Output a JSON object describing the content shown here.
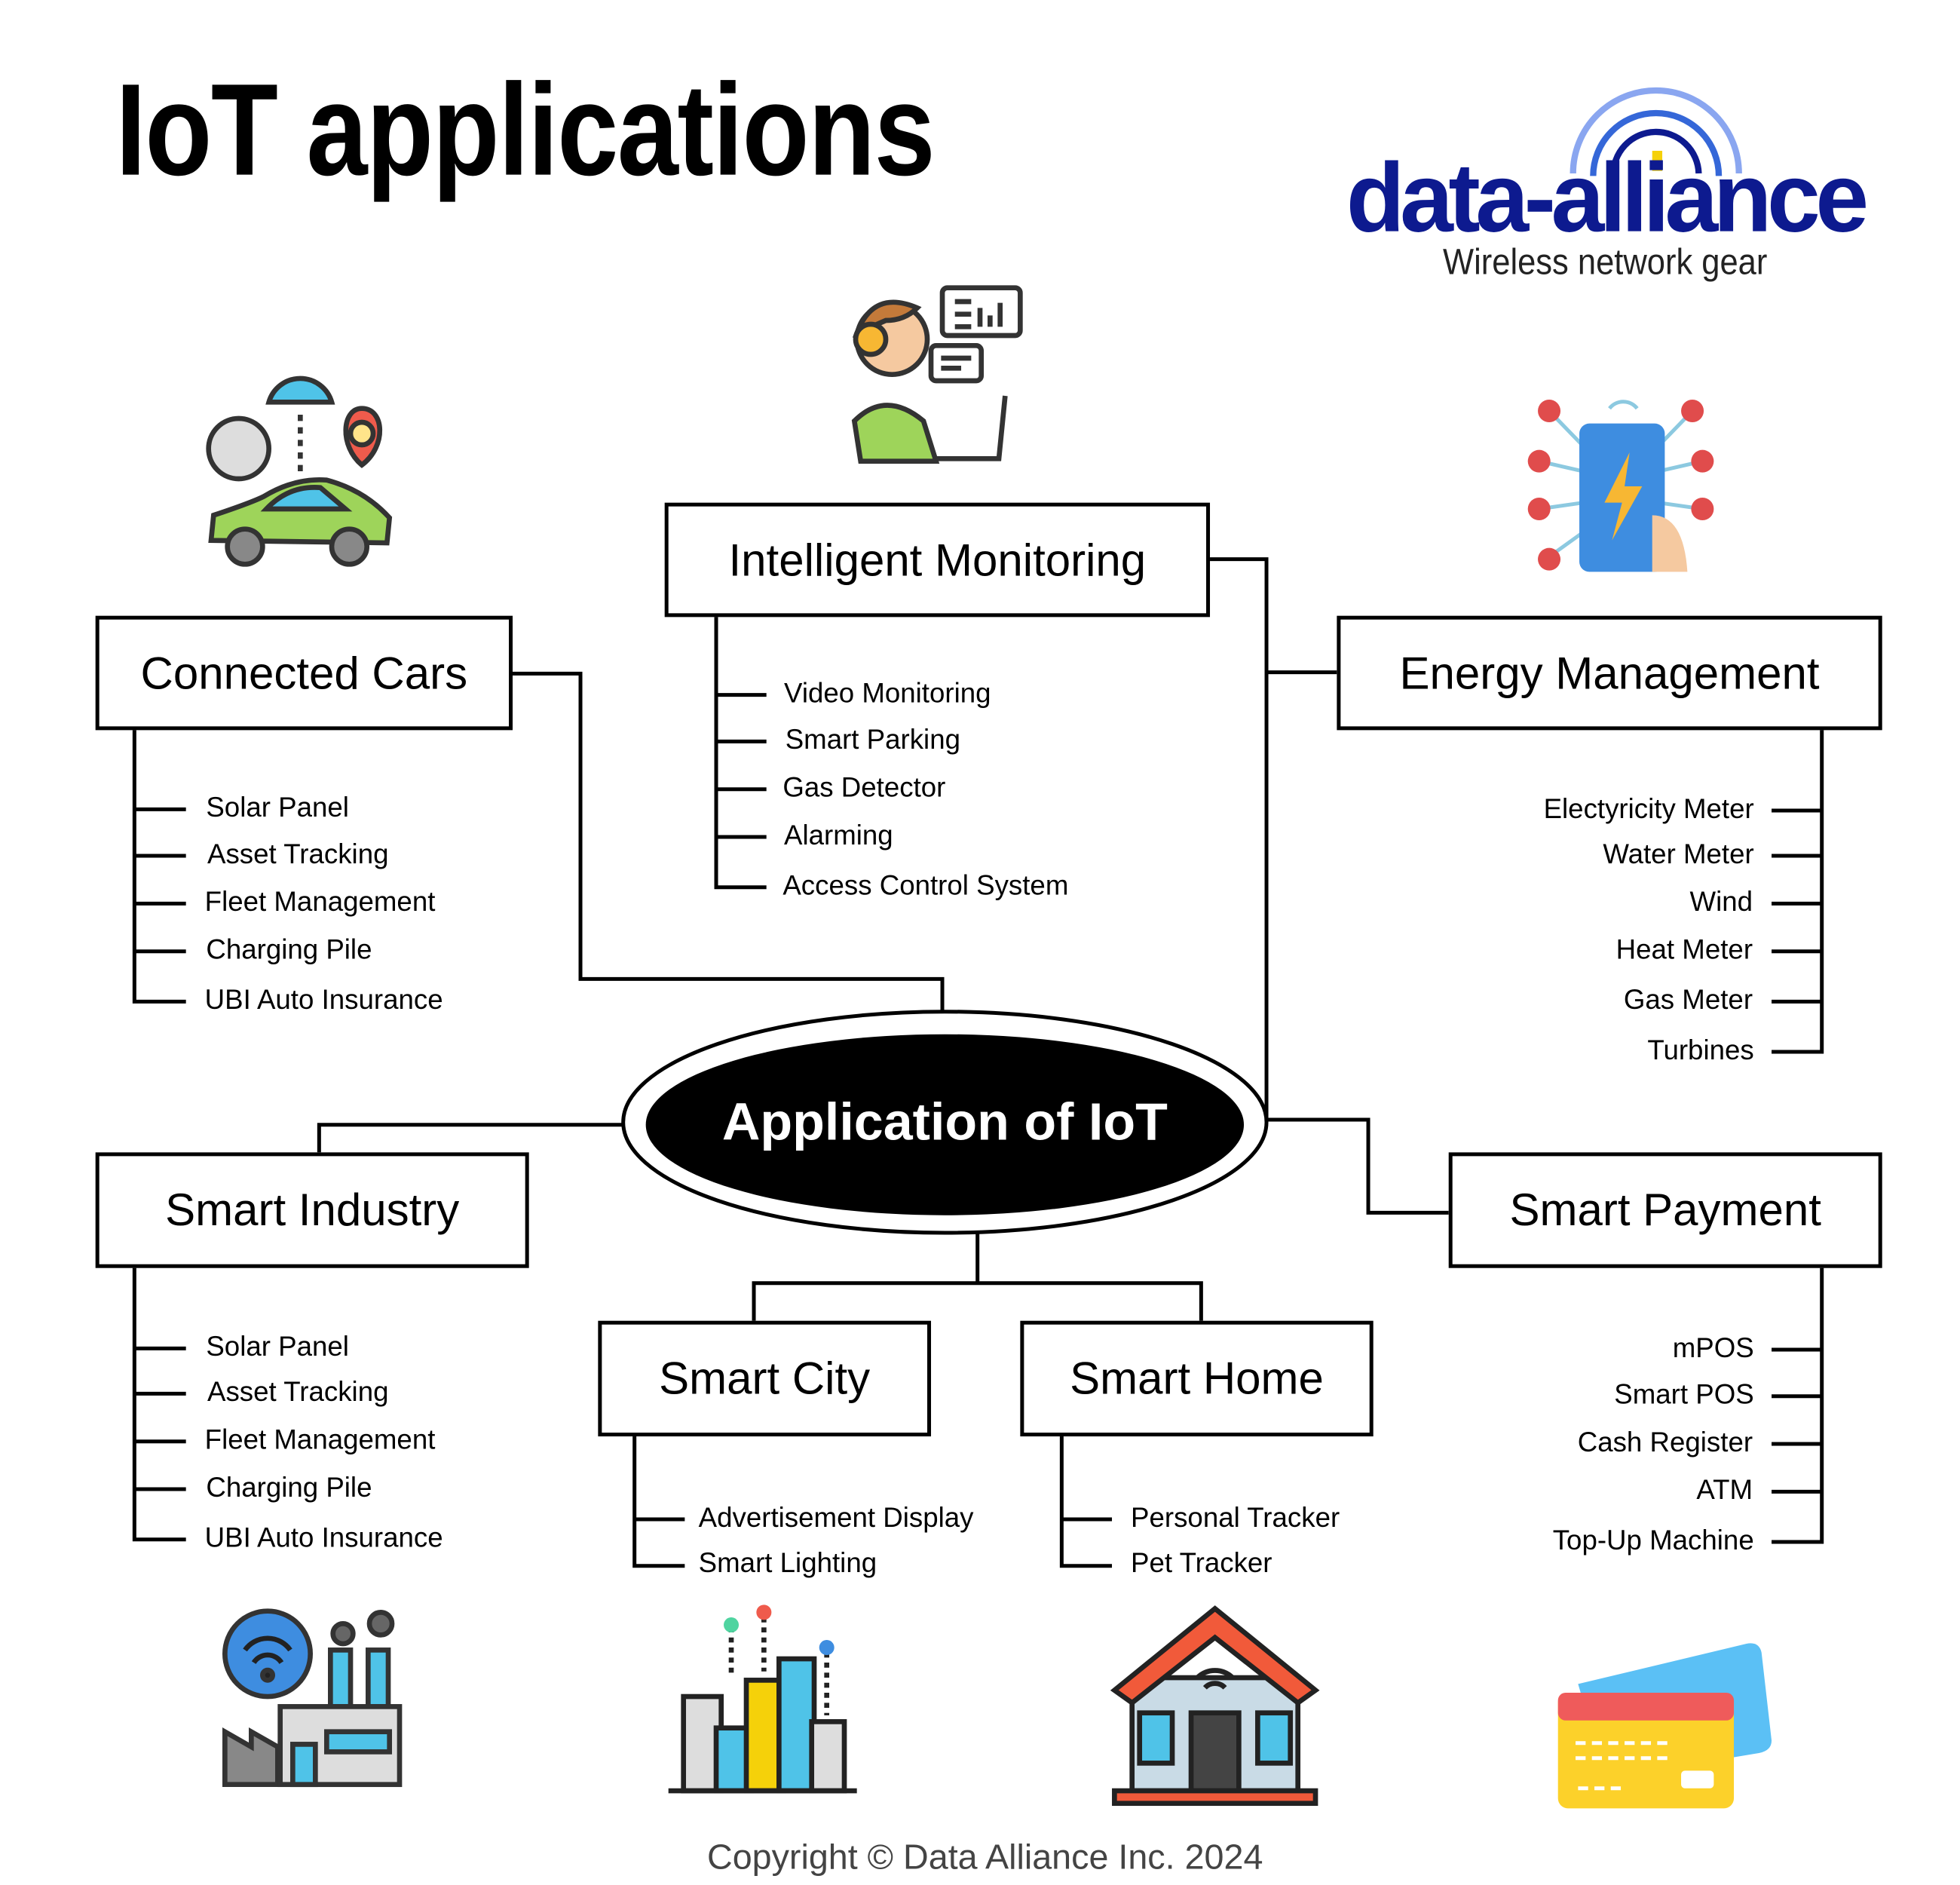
{
  "title": "IoT applications",
  "logo": {
    "brand": "data-alliance",
    "tagline": "Wireless network gear",
    "colors": {
      "navy": "#0d1a8f",
      "arc_light": "#8aa6f0",
      "arc_mid": "#3567d8",
      "accent": "#f5d10a"
    }
  },
  "center": {
    "label": "Application of IoT"
  },
  "categories": {
    "intelligent_monitoring": {
      "label": "Intelligent Monitoring",
      "items": [
        "Video Monitoring",
        "Smart Parking",
        "Gas Detector",
        "Alarming",
        "Access Control System"
      ],
      "icon": "support-agent-icon"
    },
    "connected_cars": {
      "label": "Connected Cars",
      "items": [
        "Solar Panel",
        "Asset Tracking",
        "Fleet Management",
        "Charging Pile",
        "UBI Auto Insurance"
      ],
      "icon": "connected-car-icon"
    },
    "energy_management": {
      "label": "Energy Management",
      "items": [
        "Electyricity Meter",
        "Water Meter",
        "Wind",
        "Heat Meter",
        "Gas Meter",
        "Turbines"
      ],
      "icon": "smartphone-energy-icon"
    },
    "smart_industry": {
      "label": "Smart Industry",
      "items": [
        "Solar Panel",
        "Asset Tracking",
        "Fleet Management",
        "Charging Pile",
        "UBI Auto Insurance"
      ],
      "icon": "smart-factory-icon"
    },
    "smart_payment": {
      "label": "Smart Payment",
      "items": [
        "mPOS",
        "Smart POS",
        "Cash Register",
        "ATM",
        "Top-Up Machine"
      ],
      "icon": "credit-cards-icon"
    },
    "smart_city": {
      "label": "Smart City",
      "items": [
        "Advertisement Display",
        "Smart Lighting"
      ],
      "icon": "smart-city-icon"
    },
    "smart_home": {
      "label": "Smart Home",
      "items": [
        "Personal Tracker",
        "Pet Tracker"
      ],
      "icon": "smart-home-icon"
    }
  },
  "copyright": "Copyright © Data Alliance Inc. 2024"
}
